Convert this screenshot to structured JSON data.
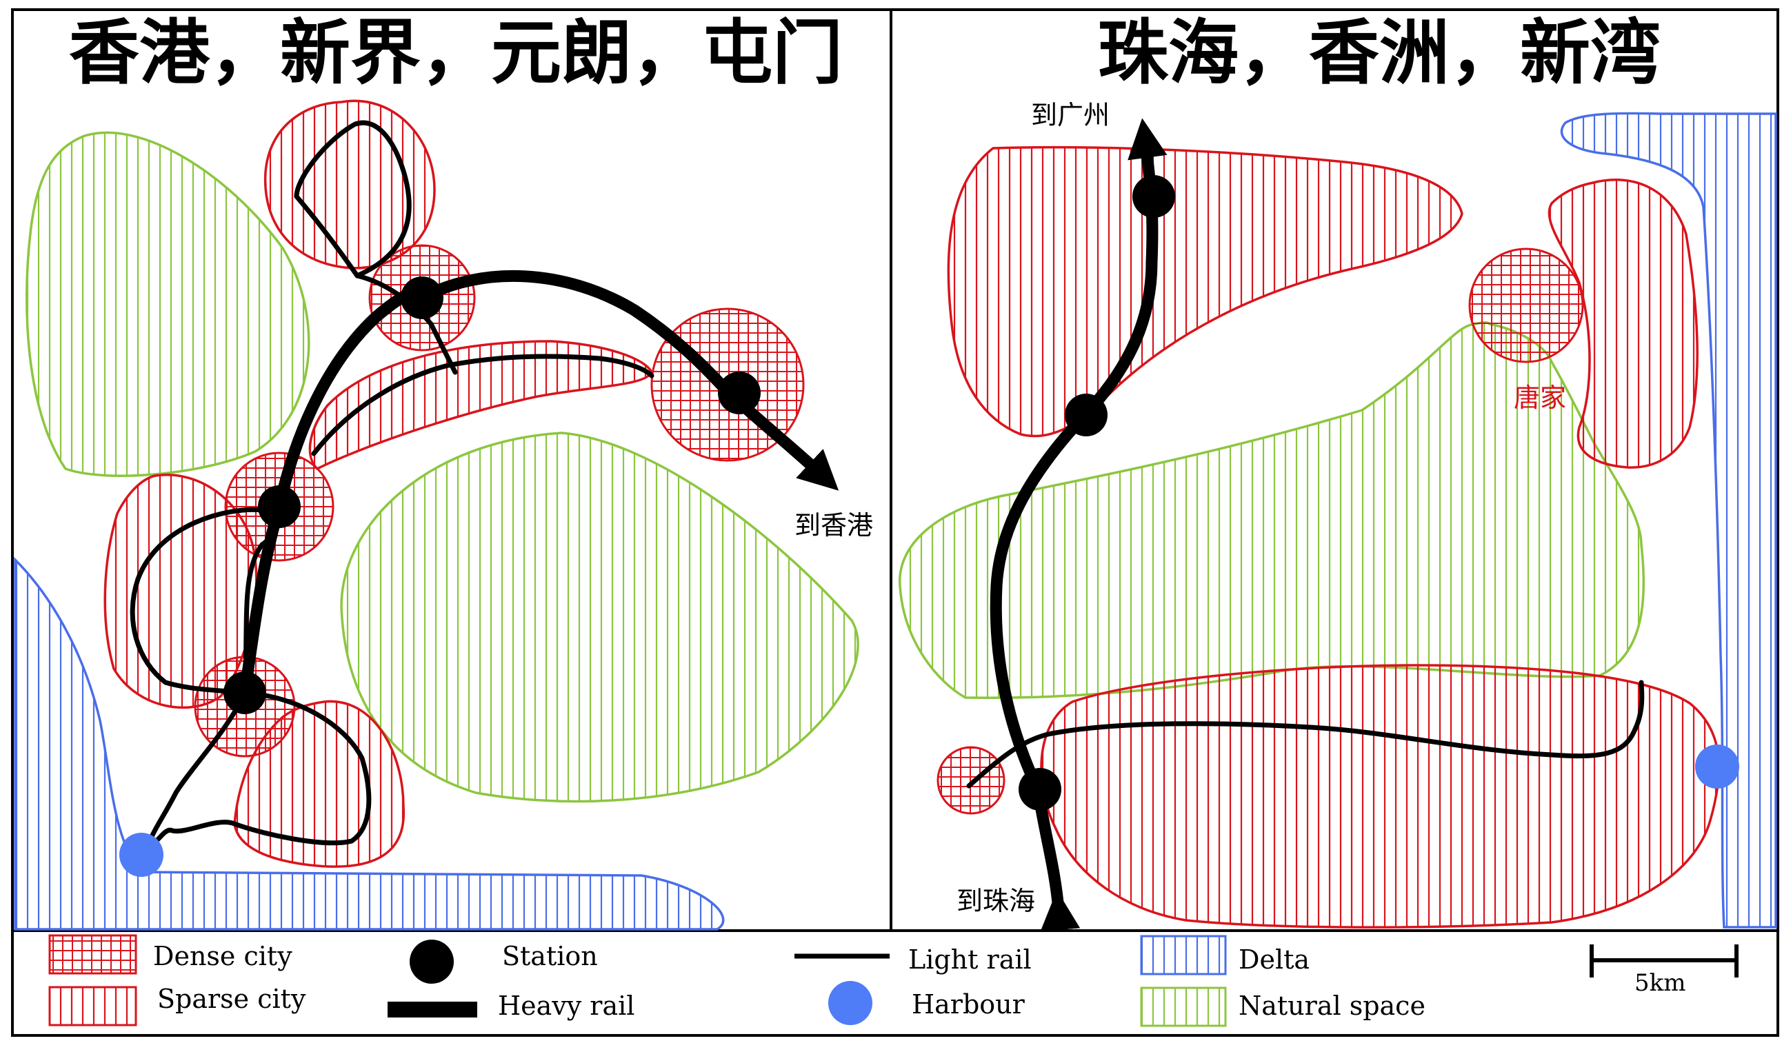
{
  "titles": {
    "left": "香港，新界，元朗，屯门",
    "right": "珠海，香洲，新湾"
  },
  "labels": {
    "to_hong_kong": "到香港",
    "to_guangzhou": "到广州",
    "to_zhuhai": "到珠海",
    "tangjia": "唐家"
  },
  "legend": {
    "dense_city": "Dense city",
    "sparse_city": "Sparse city",
    "station": "Station",
    "heavy_rail": "Heavy rail",
    "light_rail": "Light rail",
    "harbour": "Harbour",
    "delta": "Delta",
    "natural_space": "Natural space",
    "scale": "5km"
  },
  "colors": {
    "city": "#d9141c",
    "natural": "#8cc63f",
    "delta": "#4a6ee8",
    "harbour": "#4f7cf7",
    "rail": "#000000"
  }
}
